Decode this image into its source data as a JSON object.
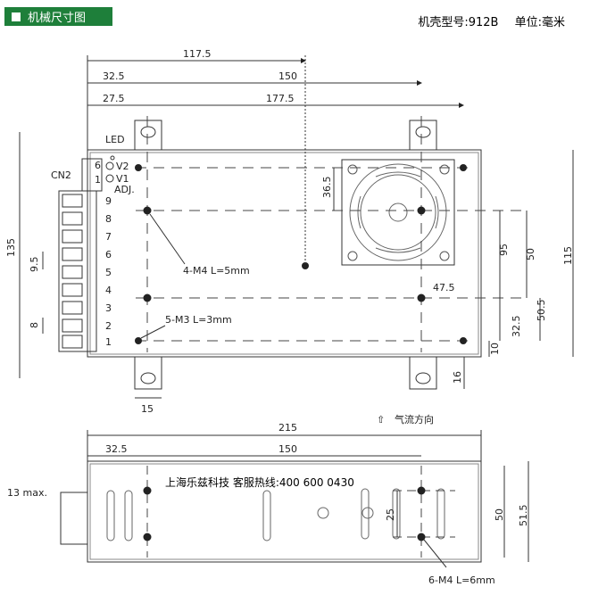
{
  "header": {
    "title": "机械尺寸图",
    "case_label": "机壳型号:912B",
    "unit_label": "单位:毫米"
  },
  "hotline": "上海乐兹科技 客服热线:400 600 0430",
  "airflow": "气流方向",
  "top_view": {
    "dims": {
      "d117_5": "117.5",
      "d32_5": "32.5",
      "d150": "150",
      "d27_5": "27.5",
      "d177_5": "177.5",
      "d135": "135",
      "d36_5": "36.5",
      "d95": "95",
      "d50": "50",
      "d115": "115",
      "d47_5": "47.5",
      "d50_5": "50.5",
      "d32_5b": "32.5",
      "d10": "10",
      "d16": "16",
      "d15": "15",
      "d9_5": "9.5",
      "d8": "8"
    },
    "labels": {
      "led": "LED",
      "cn2": "CN2",
      "v2": "V2",
      "v1": "V1",
      "adj": "ADJ.",
      "pin6": "6",
      "pin1": "1",
      "m4": "4-M4 L=5mm",
      "m3": "5-M3 L=3mm"
    },
    "terminals": [
      "9",
      "8",
      "7",
      "6",
      "5",
      "4",
      "3",
      "2",
      "1"
    ]
  },
  "side_view": {
    "dims": {
      "d215": "215",
      "d32_5": "32.5",
      "d150": "150",
      "d13max": "13 max.",
      "d25": "25",
      "d50": "50",
      "d51_5": "51.5"
    },
    "labels": {
      "m4": "6-M4 L=6mm"
    }
  }
}
